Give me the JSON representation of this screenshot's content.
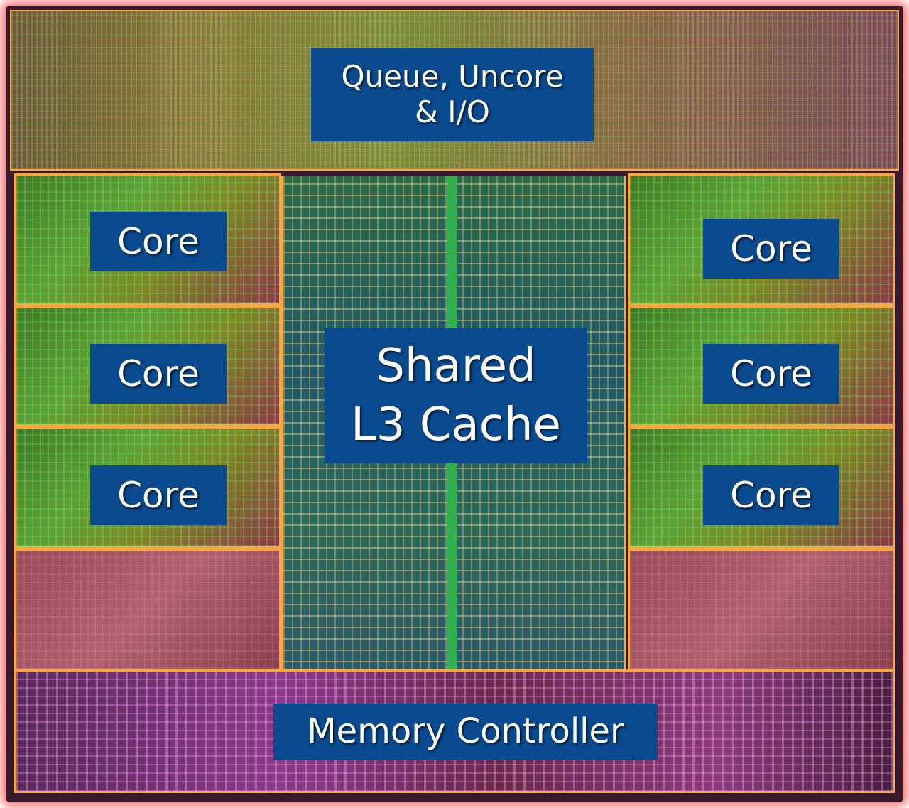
{
  "diagram": {
    "uncore_label": "Queue, Uncore\n& I/O",
    "cache_label": "Shared\nL3 Cache",
    "memory_label": "Memory Controller",
    "cores": [
      {
        "label": "Core"
      },
      {
        "label": "Core"
      },
      {
        "label": "Core"
      },
      {
        "label": "Core"
      },
      {
        "label": "Core"
      },
      {
        "label": "Core"
      }
    ],
    "colors": {
      "label_background": "#0a4a8e",
      "label_text": "#ffffff",
      "region_outline": "#f7a640",
      "die_glow": "#ff3c3c"
    }
  }
}
